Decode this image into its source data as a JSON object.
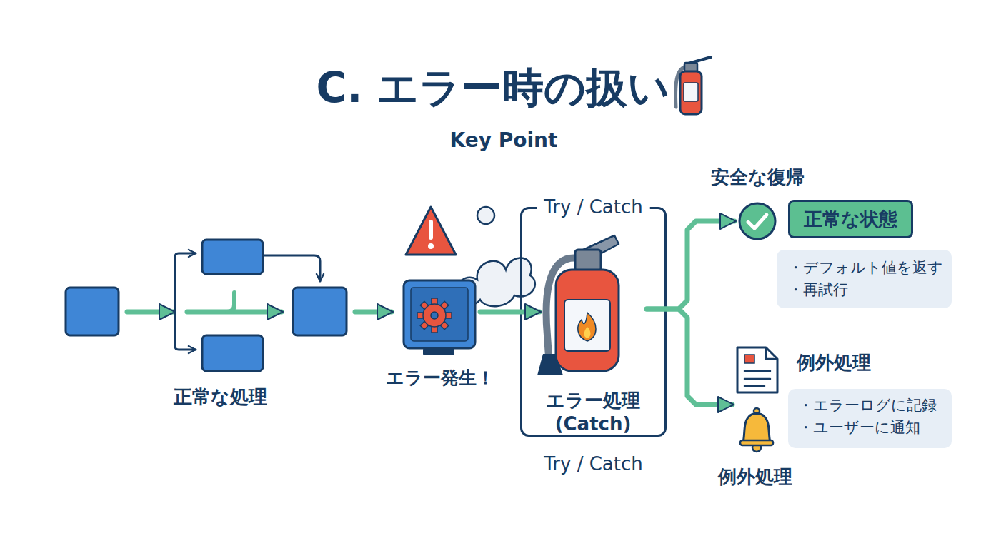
{
  "diagram": {
    "title": "C. エラー時の扱い",
    "nodes": [
      {
        "text": [
          "エラー発生！"
        ]
      },
      {
        "text": [
          "Try / Catch",
          "Try / Catch"
        ]
      },
      {
        "text": [
          "エラー処理 (Catch)"
        ],
        "in": 1
      },
      {
        "text": [
          "安全な復帰",
          "正常な状態"
        ]
      },
      {
        "text": [
          "・デフォルト値を返す",
          "・再試行"
        ]
      },
      {
        "text": [
          "例外処理",
          "・エラーログに記録",
          "・ユーザーに通知"
        ]
      }
    ],
    "edges": [
      {
        "from": 0,
        "to": 2,
        "arrow": "to"
      },
      {
        "from": 2,
        "to": 3,
        "arrow": "to"
      },
      {
        "from": 2,
        "to": 5,
        "arrow": "to"
      }
    ],
    "labels": [
      "Key Point",
      "正常な処理",
      "例外処理"
    ]
  }
}
